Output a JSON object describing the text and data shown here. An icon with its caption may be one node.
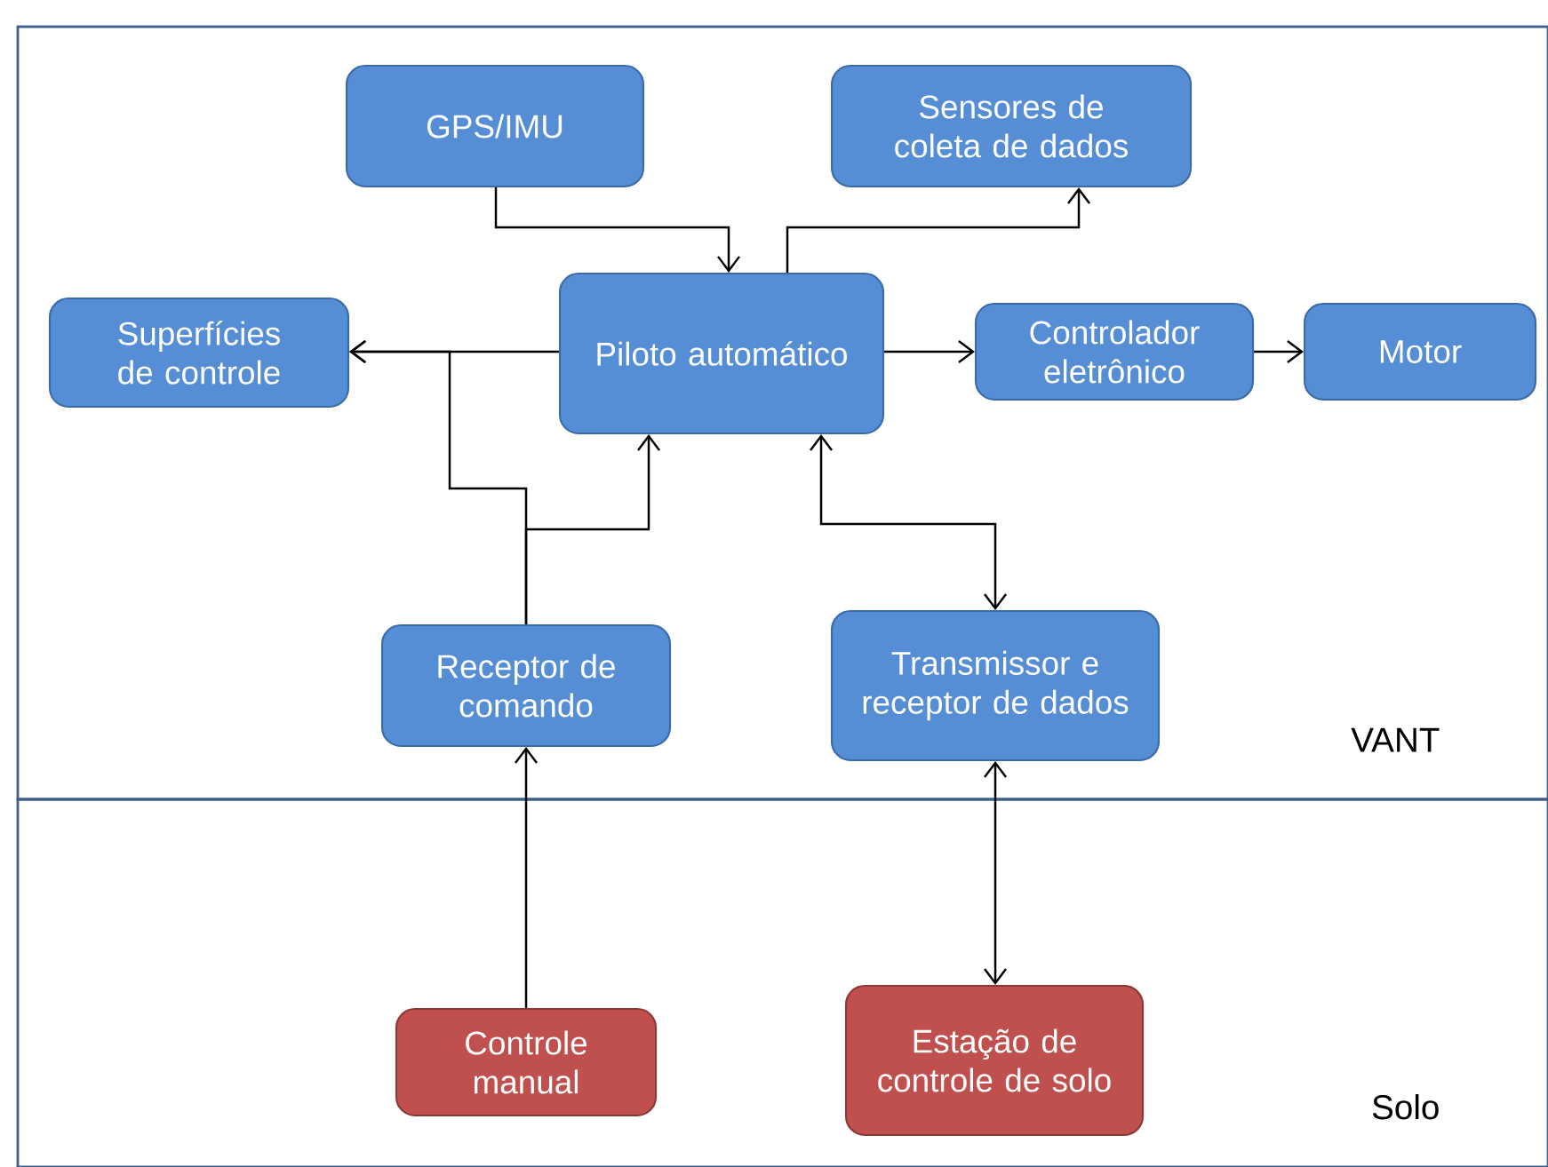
{
  "diagram": {
    "nodes": [
      {
        "text": [
          "VANT"
        ]
      },
      {
        "text": [
          "GPS/IMU"
        ],
        "in": 0
      },
      {
        "text": [
          "Sensores de coleta de dados"
        ],
        "in": 0
      },
      {
        "text": [
          "Superfícies de controle"
        ],
        "in": 0
      },
      {
        "text": [
          "Piloto automático"
        ],
        "in": 0
      },
      {
        "text": [
          "Controlador eletrônico"
        ],
        "in": 0
      },
      {
        "text": [
          "Motor"
        ],
        "in": 0
      },
      {
        "text": [
          "Receptor de comando"
        ],
        "in": 0
      },
      {
        "text": [
          "Transmissor e receptor de dados"
        ],
        "in": 0
      },
      {
        "text": [
          "Solo"
        ]
      },
      {
        "text": [
          "Controle manual"
        ],
        "in": 9
      },
      {
        "text": [
          "Estação de controle de solo"
        ],
        "in": 9
      }
    ],
    "edges": [
      {
        "from": 1,
        "to": 4,
        "arrow": "to"
      },
      {
        "from": 4,
        "to": 2,
        "arrow": "to"
      },
      {
        "from": 4,
        "to": 3,
        "arrow": "to"
      },
      {
        "from": 4,
        "to": 5,
        "arrow": "to"
      },
      {
        "from": 5,
        "to": 6,
        "arrow": "to"
      },
      {
        "from": 7,
        "to": 3,
        "arrow": "to"
      },
      {
        "from": 7,
        "to": 4,
        "arrow": "to"
      },
      {
        "from": 4,
        "to": 8,
        "arrow": "both"
      },
      {
        "from": 10,
        "to": 7,
        "arrow": "to"
      },
      {
        "from": 8,
        "to": 11,
        "arrow": "both"
      }
    ]
  }
}
